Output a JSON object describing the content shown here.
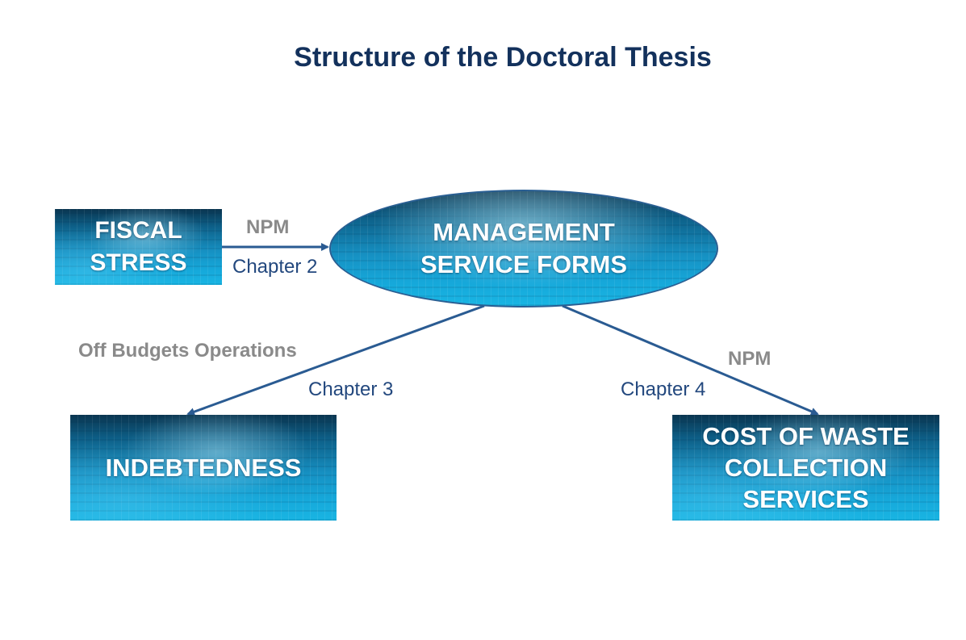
{
  "title": "Structure of the Doctoral Thesis",
  "nodes": {
    "fiscal_stress": "FISCAL\nSTRESS",
    "management_service_forms": "MANAGEMENT\nSERVICE FORMS",
    "indebtedness": "INDEBTEDNESS",
    "cost_of_waste": "COST OF WASTE\nCOLLECTION\nSERVICES"
  },
  "edges": {
    "fiscal_to_management": {
      "top_label": "NPM",
      "bottom_label": "Chapter 2"
    },
    "management_to_indebtedness": {
      "top_label": "Off Budgets Operations",
      "bottom_label": "Chapter 3"
    },
    "management_to_cost": {
      "top_label": "NPM",
      "bottom_label": "Chapter 4"
    }
  },
  "colors": {
    "title": "#13315c",
    "arrow": "#2a5b92",
    "grey_label": "#8a8a8a",
    "blue_label": "#23487e"
  }
}
